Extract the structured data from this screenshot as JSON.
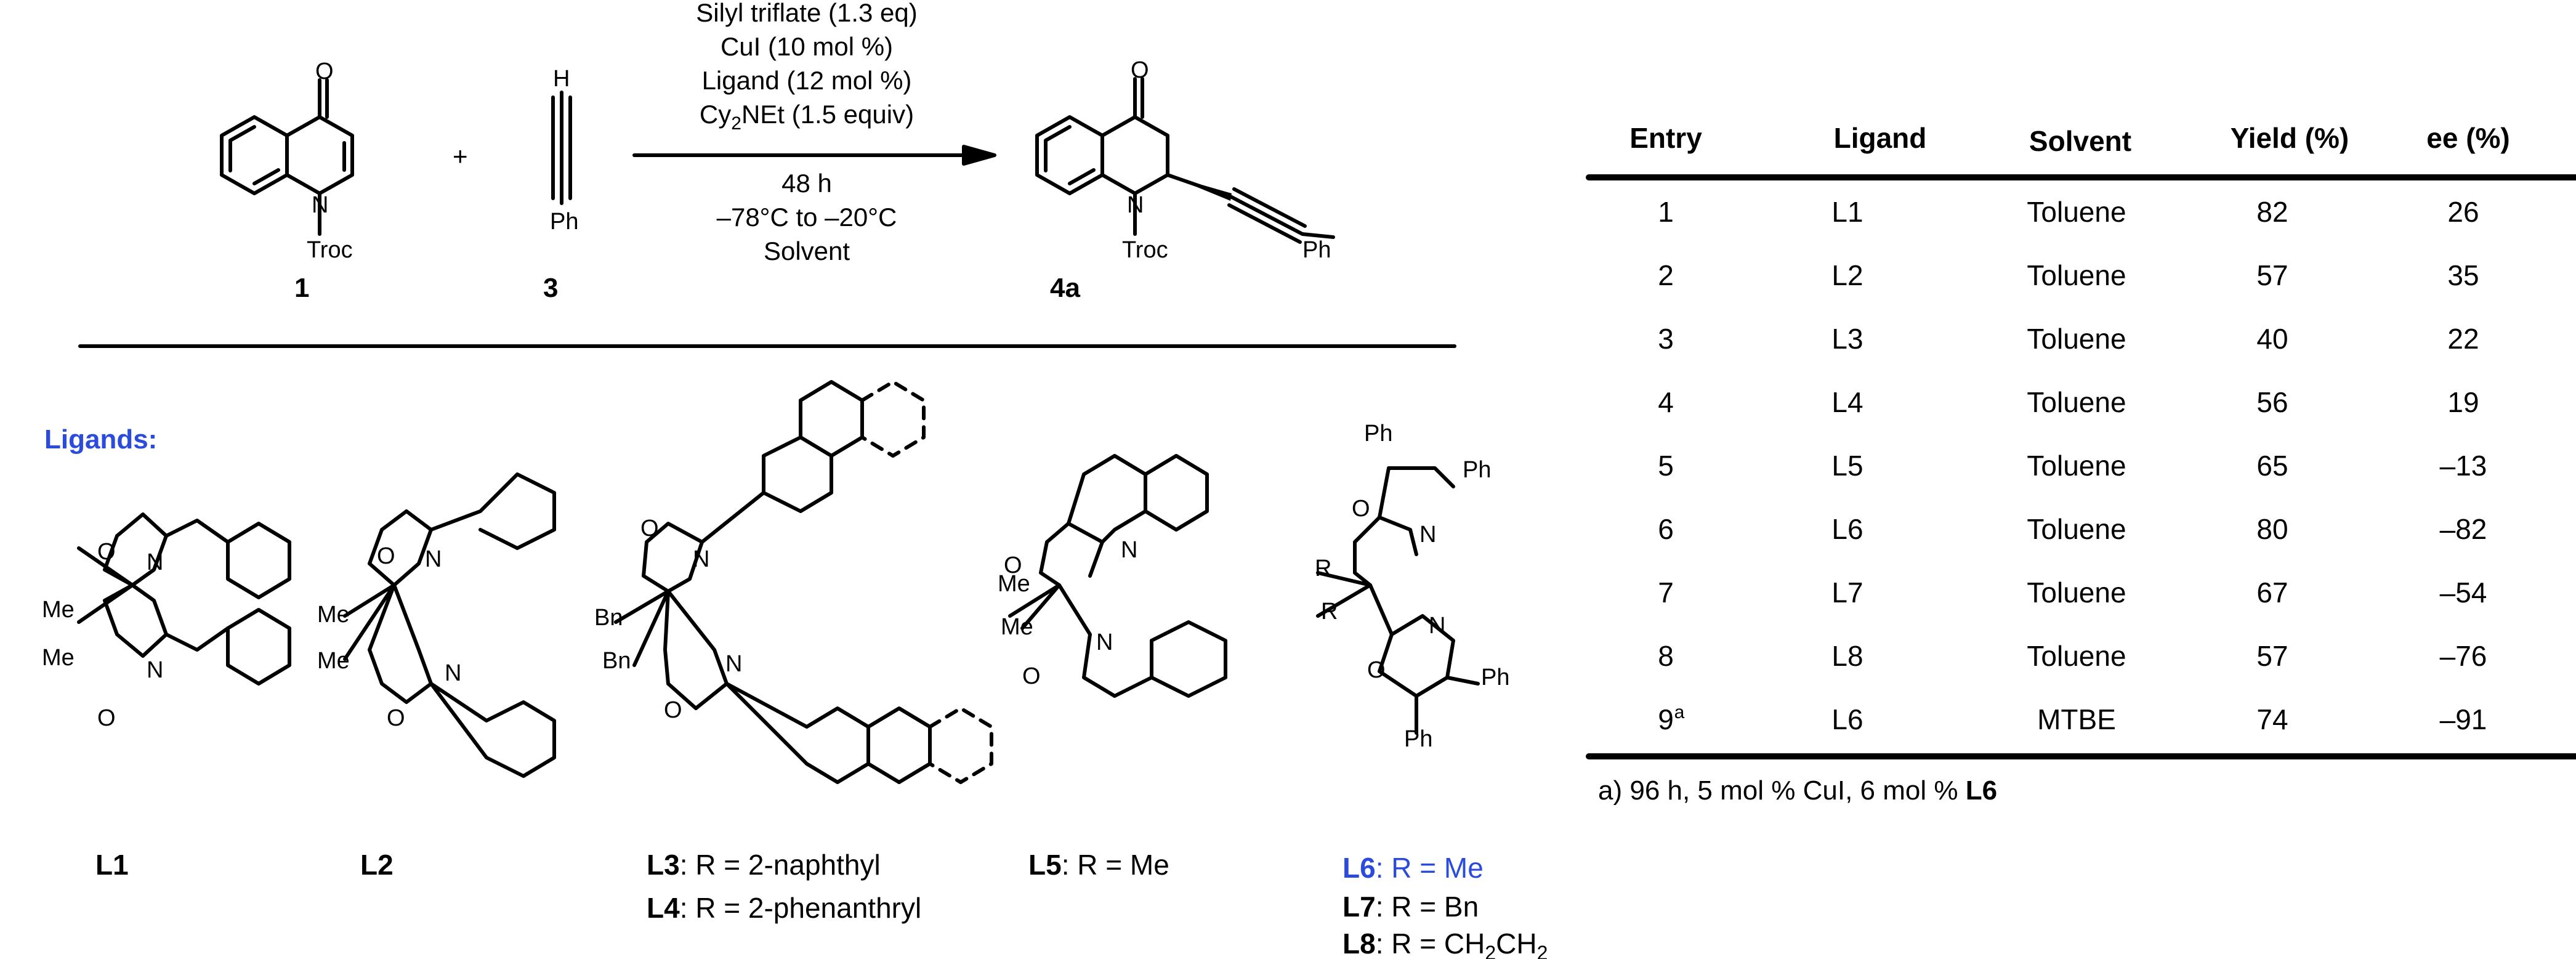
{
  "scheme": {
    "reactant1": {
      "number": "1",
      "atoms": {
        "o": "O",
        "n": "N",
        "troc": "Troc"
      }
    },
    "plus": "+",
    "reactant3": {
      "number": "3",
      "atoms": {
        "h": "H",
        "ph": "Ph"
      }
    },
    "conditions": {
      "line1": "Silyl triflate (1.3 eq)",
      "line2": "CuI (10 mol %)",
      "line3": "Ligand  (12 mol %)",
      "line4_prefix": "Cy",
      "line4_sub": "2",
      "line4_suffix": "NEt (1.5 equiv)",
      "line5": "48 h",
      "line6": "–78°C to –20°C",
      "line7": "Solvent"
    },
    "product": {
      "number": "4a",
      "atoms": {
        "o": "O",
        "n": "N",
        "troc": "Troc",
        "ph": "Ph"
      }
    }
  },
  "ligands_heading": "Ligands:",
  "ligand_atoms": {
    "o": "O",
    "n": "N",
    "me": "Me",
    "bn": "Bn",
    "ph": "Ph",
    "r": "R"
  },
  "ligand_labels": {
    "L1": "L1",
    "L2": "L2",
    "L3": {
      "name": "L3",
      "desc": ": R = 2-naphthyl"
    },
    "L4": {
      "name": "L4",
      "desc": ": R = 2-phenanthryl"
    },
    "L5": {
      "name": "L5",
      "desc": ": R = Me"
    },
    "L6": {
      "name": "L6",
      "desc": ": R = Me"
    },
    "L7": {
      "name": "L7",
      "desc": ": R = Bn"
    },
    "L8": {
      "name": "L8",
      "desc_prefix": ": R = CH",
      "sub1": "2",
      "mid": "CH",
      "sub2": "2"
    }
  },
  "table": {
    "headers": [
      "Entry",
      "Ligand",
      "Solvent",
      "Yield (%)",
      "ee (%)"
    ],
    "rows": [
      {
        "entry": "1",
        "sup": "",
        "ligand": "L1",
        "solvent": "Toluene",
        "yield": "82",
        "ee": "26"
      },
      {
        "entry": "2",
        "sup": "",
        "ligand": "L2",
        "solvent": "Toluene",
        "yield": "57",
        "ee": "35"
      },
      {
        "entry": "3",
        "sup": "",
        "ligand": "L3",
        "solvent": "Toluene",
        "yield": "40",
        "ee": "22"
      },
      {
        "entry": "4",
        "sup": "",
        "ligand": "L4",
        "solvent": "Toluene",
        "yield": "56",
        "ee": "19"
      },
      {
        "entry": "5",
        "sup": "",
        "ligand": "L5",
        "solvent": "Toluene",
        "yield": "65",
        "ee": "–13"
      },
      {
        "entry": "6",
        "sup": "",
        "ligand": "L6",
        "solvent": "Toluene",
        "yield": "80",
        "ee": "–82"
      },
      {
        "entry": "7",
        "sup": "",
        "ligand": "L7",
        "solvent": "Toluene",
        "yield": "67",
        "ee": "–54"
      },
      {
        "entry": "8",
        "sup": "",
        "ligand": "L8",
        "solvent": "Toluene",
        "yield": "57",
        "ee": "–76"
      },
      {
        "entry": "9",
        "sup": "a",
        "ligand": "L6",
        "solvent": "MTBE",
        "yield": "74",
        "ee": "–91"
      }
    ],
    "footnote_prefix": "a) 96 h, 5 mol % CuI, 6 mol % ",
    "footnote_bold": "L6"
  },
  "colors": {
    "accent_blue": "#2b4bdc",
    "ink": "#000000"
  }
}
